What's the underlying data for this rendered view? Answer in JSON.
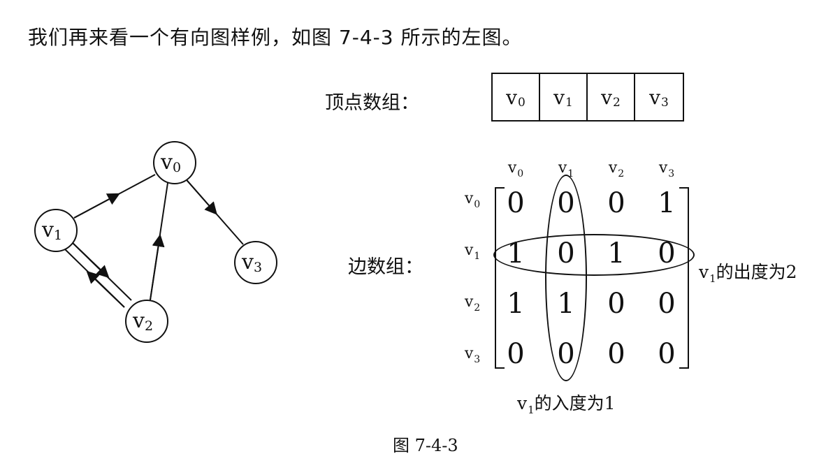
{
  "intro_text": "我们再来看一个有向图样例，如图 7-4-3 所示的左图。",
  "vertex_array_label": "顶点数组：",
  "edge_array_label": "边数组：",
  "vertices": [
    {
      "name": "v",
      "sub": "0"
    },
    {
      "name": "v",
      "sub": "1"
    },
    {
      "name": "v",
      "sub": "2"
    },
    {
      "name": "v",
      "sub": "3"
    }
  ],
  "matrix": [
    [
      "0",
      "0",
      "0",
      "1"
    ],
    [
      "1",
      "0",
      "1",
      "0"
    ],
    [
      "1",
      "1",
      "0",
      "0"
    ],
    [
      "0",
      "0",
      "0",
      "0"
    ]
  ],
  "out_degree_note": {
    "v": "v",
    "sub": "1",
    "text": "的出度为2"
  },
  "in_degree_note": {
    "v": "v",
    "sub": "1",
    "text": "的入度为1"
  },
  "figure_caption": "图 7-4-3",
  "graph_nodes": [
    {
      "name": "v",
      "sub": "0"
    },
    {
      "name": "v",
      "sub": "1"
    },
    {
      "name": "v",
      "sub": "2"
    },
    {
      "name": "v",
      "sub": "3"
    }
  ]
}
